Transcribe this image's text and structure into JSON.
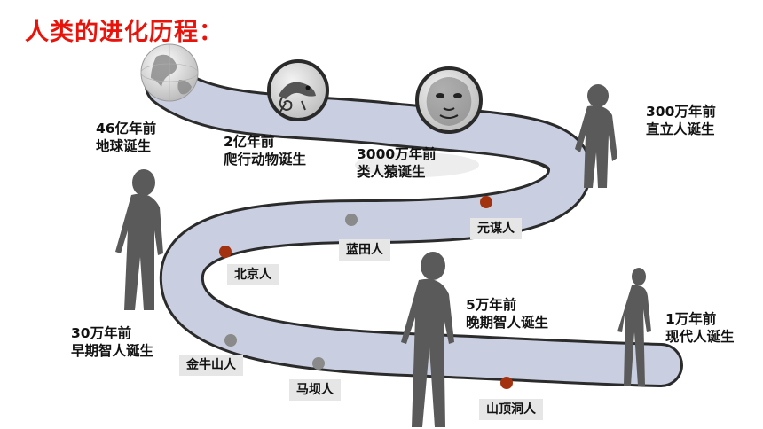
{
  "title": "人类的进化历程：",
  "eras": [
    {
      "id": "earth",
      "time": "46亿年前",
      "event": "地球诞生"
    },
    {
      "id": "reptile",
      "time": "2亿年前",
      "event": "爬行动物诞生"
    },
    {
      "id": "ape",
      "time": "3000万年前",
      "event": "类人猿诞生"
    },
    {
      "id": "erectus",
      "time": "300万年前",
      "event": "直立人诞生"
    },
    {
      "id": "early-sapiens",
      "time": "30万年前",
      "event": "早期智人诞生"
    },
    {
      "id": "late-sapiens",
      "time": "5万年前",
      "event": "晚期智人诞生"
    },
    {
      "id": "modern",
      "time": "1万年前",
      "event": "现代人诞生"
    }
  ],
  "sites": [
    {
      "id": "yuanmou",
      "label": "元谋人",
      "dot_color": "#a33210"
    },
    {
      "id": "lantian",
      "label": "蓝田人",
      "dot_color": "#8a8a8a"
    },
    {
      "id": "beijing",
      "label": "北京人",
      "dot_color": "#a33210"
    },
    {
      "id": "jinniushan",
      "label": "金牛山人",
      "dot_color": "#8a8a8a"
    },
    {
      "id": "maba",
      "label": "马坝人",
      "dot_color": "#8a8a8a"
    },
    {
      "id": "shandingdong",
      "label": "山顶洞人",
      "dot_color": "#a33210"
    }
  ],
  "colors": {
    "title": "#e8140c",
    "road_fill": "#c9cfe0",
    "road_edge": "#2b2b2b",
    "label_bg": "#e6e6e6"
  },
  "icons": [
    "globe-icon",
    "chameleon-icon",
    "ape-face-icon",
    "hominid-figure-icon"
  ]
}
